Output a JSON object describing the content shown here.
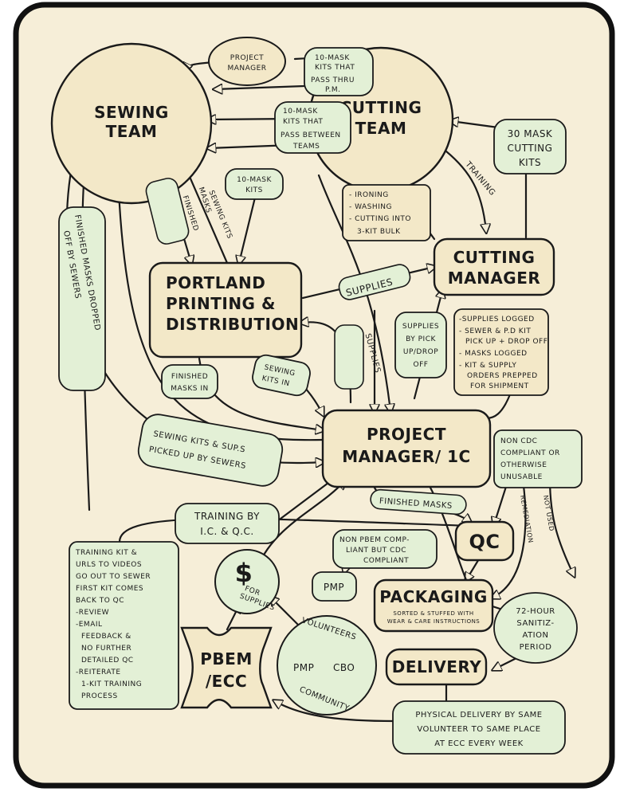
{
  "colors": {
    "background": "#f6eed8",
    "node_fill": "#f3e8c8",
    "label_fill": "#e3f0d6",
    "stroke": "#1a1a1a",
    "frame": "#111111"
  },
  "nodes": {
    "sewing_team": [
      "SEWING",
      "TEAM"
    ],
    "cutting_team": [
      "CUTTING",
      "TEAM"
    ],
    "project_manager_top": [
      "PROJECT",
      "MANAGER"
    ],
    "portland": [
      "PORTLAND",
      "PRINTING &",
      "DISTRIBUTION"
    ],
    "cutting_manager": [
      "CUTTING",
      "MANAGER"
    ],
    "project_manager_ic": [
      "PROJECT",
      "MANAGER/ 1C"
    ],
    "qc": "QC",
    "pmp_small": "PMP",
    "packaging": "PACKAGING",
    "packaging_sub": [
      "SORTED & STUFFED WITH",
      "WEAR & CARE INSTRUCTIONS"
    ],
    "delivery": "DELIVERY",
    "pbem": [
      "PBEM",
      "/ECC"
    ],
    "money": {
      "symbol": "$",
      "lines": [
        "FOR",
        "SUPPLIES"
      ]
    },
    "volunteers": {
      "ring": "VOLUNTEERS",
      "left": "PMP",
      "right": "CBO",
      "bottom": "COMMUNITY"
    }
  },
  "labels": {
    "kits_thru_pm": [
      "10-MASK",
      "KITS THAT",
      "PASS THRU",
      "P.M."
    ],
    "kits_between": [
      "10-MASK",
      "KITS THAT",
      "PASS BETWEEN",
      "TEAMS"
    ],
    "thirty_mask": [
      "30 MASK",
      "CUTTING",
      "KITS"
    ],
    "training": "TRAINING",
    "ten_mask_kits": [
      "10-MASK",
      "KITS"
    ],
    "finished_masks": [
      "FINISHED",
      "MASKS"
    ],
    "sewing_kits": "SEWING KITS",
    "ironing": [
      "- IRONING",
      "- WASHING",
      "- CUTTING INTO",
      "3-KIT BULK"
    ],
    "supplies_mid": "SUPPLIES",
    "supplies_vertical": "SUPPLIES",
    "supplies_pickup": [
      "SUPPLIES",
      "BY PICK",
      "UP/DROP",
      "OFF"
    ],
    "logged": [
      "-SUPPLIES LOGGED",
      "- SEWER & P.D KIT",
      "PICK UP + DROP OFF",
      "- MASKS LOGGED",
      "- KIT & SUPPLY",
      "ORDERS PREPPED",
      "FOR SHIPMENT"
    ],
    "finished_masks_in": [
      "FINISHED",
      "MASKS IN"
    ],
    "sewing_kits_in": [
      "SEWING",
      "KITS IN"
    ],
    "dropped_off": [
      "FINISHED MASKS DROPPED",
      "OFF BY SEWERS"
    ],
    "sewing_kits_picked": [
      "SEWING KITS & SUP.S",
      "PICKED UP BY SEWERS"
    ],
    "non_cdc": [
      "NON CDC",
      "COMPLIANT OR",
      "OTHERWISE",
      "UNUSABLE"
    ],
    "remediation": "REMEDIATION",
    "not_used": "NOT USED",
    "finished_masks_qc": "FINISHED MASKS",
    "training_by": [
      "TRAINING BY",
      "I.C. & Q.C."
    ],
    "non_pbem": [
      "NON PBEM COMP-",
      "LIANT BUT CDC",
      "COMPLIANT"
    ],
    "training_kit": [
      "TRAINING KIT &",
      "URLS TO VIDEOS",
      "GO OUT TO SEWER",
      "FIRST KIT COMES",
      "BACK TO QC",
      "-REVIEW",
      "-EMAIL",
      "FEEDBACK &",
      "NO FURTHER",
      "DETAILED QC",
      "-REITERATE",
      "1-KIT TRAINING",
      "PROCESS"
    ],
    "sanitization": [
      "72-HOUR",
      "SANITIZ-",
      "ATION",
      "PERIOD"
    ],
    "physical_delivery": [
      "PHYSICAL DELIVERY BY SAME",
      "VOLUNTEER TO SAME PLACE",
      "AT ECC EVERY WEEK"
    ]
  }
}
